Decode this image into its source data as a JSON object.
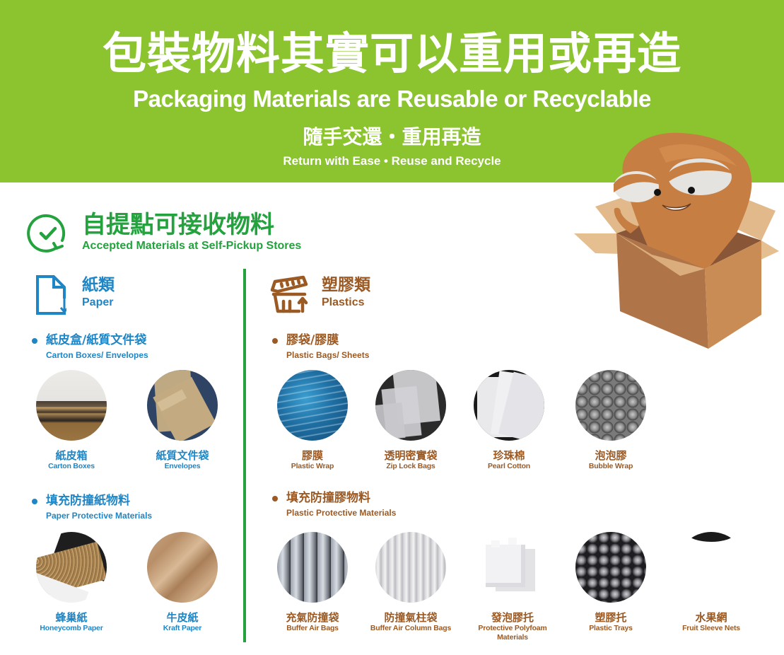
{
  "header": {
    "title_zh": "包裝物料其實可以重用或再造",
    "title_en": "Packaging Materials are Reusable or Recyclable",
    "subtitle_zh": "隨手交還・重用再造",
    "subtitle_en": "Return with Ease • Reuse and Recycle"
  },
  "colors": {
    "banner_green": "#8cc42f",
    "section_green": "#23a23e",
    "paper_blue": "#1f86c6",
    "plastic_brown": "#9b5a24"
  },
  "section": {
    "icon": "check-recycle-icon",
    "title_zh": "自提點可接收物料",
    "title_en": "Accepted Materials at Self-Pickup Stores"
  },
  "paper": {
    "icon": "paper-document-icon",
    "title_zh": "紙類",
    "title_en": "Paper",
    "groups": [
      {
        "title_zh": "紙皮盒/紙質文件袋",
        "title_en": "Carton Boxes/ Envelopes",
        "items": [
          {
            "zh": "紙皮箱",
            "en": "Carton Boxes"
          },
          {
            "zh": "紙質文件袋",
            "en": "Envelopes"
          }
        ]
      },
      {
        "title_zh": "填充防撞紙物料",
        "title_en": "Paper Protective Materials",
        "items": [
          {
            "zh": "蜂巢紙",
            "en": "Honeycomb Paper"
          },
          {
            "zh": "牛皮紙",
            "en": "Kraft Paper"
          }
        ]
      }
    ]
  },
  "plastics": {
    "icon": "plastic-container-icon",
    "title_zh": "塑膠類",
    "title_en": "Plastics",
    "groups": [
      {
        "title_zh": "膠袋/膠膜",
        "title_en": "Plastic Bags/ Sheets",
        "items": [
          {
            "zh": "膠膜",
            "en": "Plastic Wrap"
          },
          {
            "zh": "透明密實袋",
            "en": "Zip Lock Bags"
          },
          {
            "zh": "珍珠棉",
            "en": "Pearl Cotton"
          },
          {
            "zh": "泡泡膠",
            "en": "Bubble Wrap"
          }
        ]
      },
      {
        "title_zh": "填充防撞膠物料",
        "title_en": "Plastic Protective Materials",
        "items": [
          {
            "zh": "充氣防撞袋",
            "en": "Buffer Air Bags"
          },
          {
            "zh": "防撞氣柱袋",
            "en": "Buffer Air Column Bags"
          },
          {
            "zh": "發泡膠托",
            "en": "Protective Polyfoam Materials"
          },
          {
            "zh": "塑膠托",
            "en": "Plastic Trays"
          },
          {
            "zh": "水果網",
            "en": "Fruit Sleeve Nets"
          }
        ]
      }
    ]
  }
}
